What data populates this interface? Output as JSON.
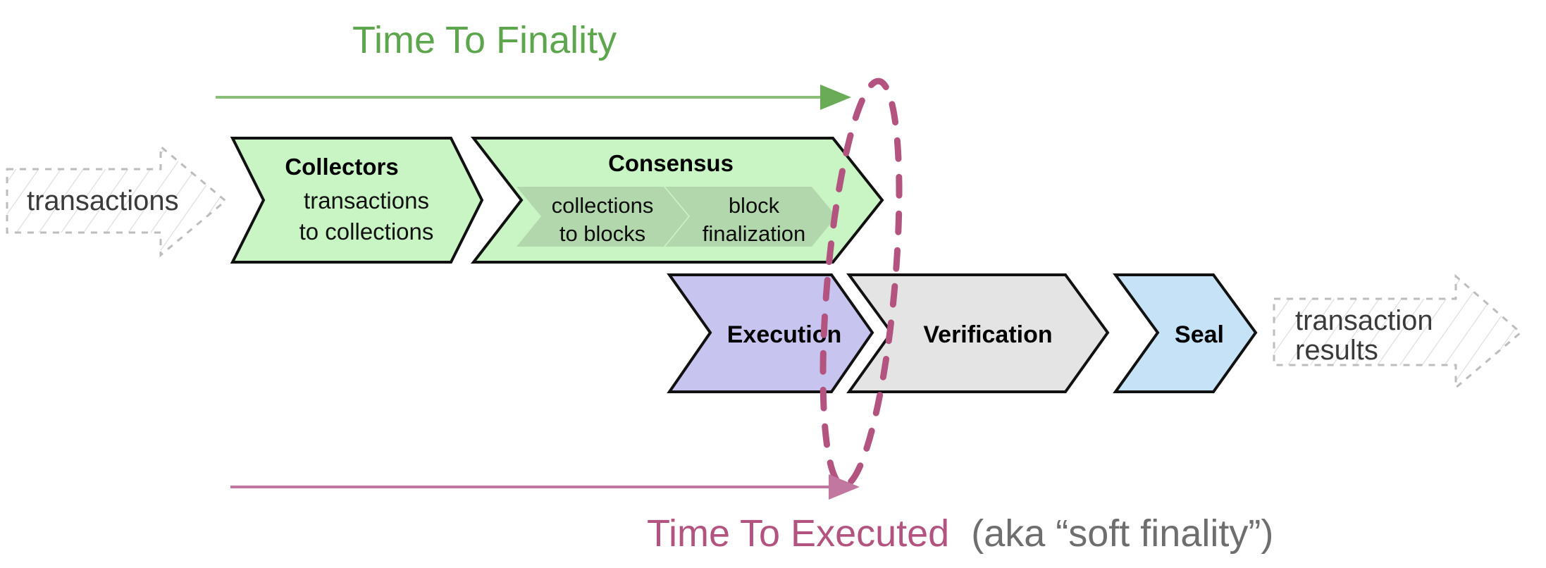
{
  "diagram": {
    "title_top": "Time To Finality",
    "caption_bottom_main": "Time To Executed",
    "caption_bottom_aux": "(aka “soft finality”)",
    "input_label": "transactions",
    "output_label_line1": "transaction",
    "output_label_line2": "results",
    "colors": {
      "green_accent": "#5da64e",
      "green_fill": "#c9f5c4",
      "green_inner_fill": "#b3d7ac",
      "purple_accent": "#b2547f",
      "execution_fill": "#c7c4f0",
      "verification_fill": "#e4e4e4",
      "seal_fill": "#c6e2f7",
      "ghost_stroke": "#b8b8b8",
      "outline": "#000000",
      "aux_text": "#666666"
    },
    "stages": {
      "collectors": {
        "title": "Collectors",
        "sub_line1": "transactions",
        "sub_line2": "to collections"
      },
      "consensus": {
        "title": "Consensus",
        "inner": [
          {
            "line1": "collections",
            "line2": "to blocks"
          },
          {
            "line1": "block",
            "line2": "finalization"
          }
        ]
      },
      "execution": {
        "title": "Execution"
      },
      "verification": {
        "title": "Verification"
      },
      "seal": {
        "title": "Seal"
      }
    },
    "arrows": {
      "finality_arrow": "time-to-finality-arrow",
      "executed_arrow": "time-to-executed-arrow"
    }
  }
}
